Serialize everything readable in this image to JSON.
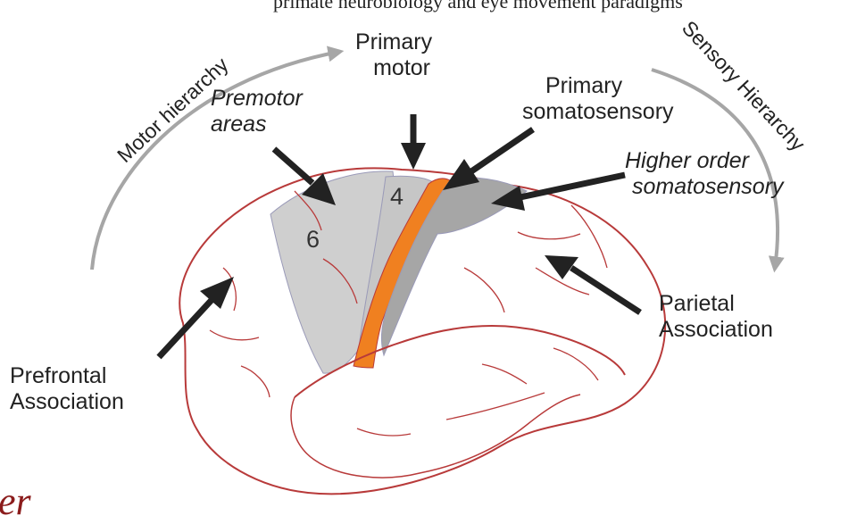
{
  "top_text": "primate neurobiology and eye movement paradigms",
  "hierarchies": {
    "motor": "Motor hierarchy",
    "sensory": "Sensory Hierarchy"
  },
  "labels": {
    "primary_motor": [
      "Primary",
      "motor"
    ],
    "premotor_areas": [
      "Premotor",
      "areas"
    ],
    "primary_somatosensory": [
      "Primary",
      "somatosensory"
    ],
    "higher_order_somatosensory": [
      "Higher order",
      "somatosensory"
    ],
    "parietal_association": [
      "Parietal",
      "Association"
    ],
    "prefrontal_association": [
      "Prefrontal",
      "Association"
    ]
  },
  "area_numbers": {
    "area_4": "4",
    "area_6": "6"
  },
  "corner_text": "er",
  "colors": {
    "brain_outline": "#b83a3a",
    "premotor_fill": "#cfcfcf",
    "motor_strip": "#f08020",
    "somatosensory_fill": "#a6a6a6",
    "arrow_dark": "#222222",
    "arrow_gray": "#a6a6a6",
    "corner_text": "#8b1c1c"
  }
}
